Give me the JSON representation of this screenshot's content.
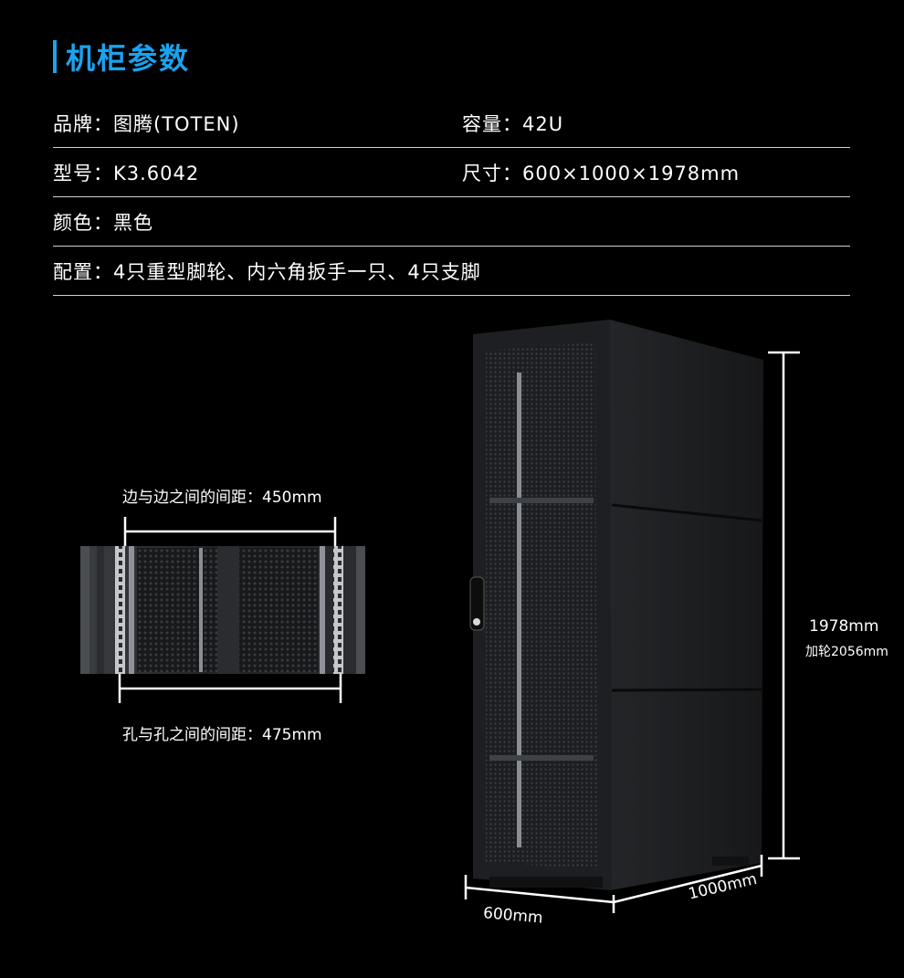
{
  "section": {
    "title": "机柜参数"
  },
  "specs": {
    "row1_left": "品牌：图腾(TOTEN)",
    "row1_right": "容量：42U",
    "row2_left": "型号：K3.6042",
    "row2_right": "尺寸：600×1000×1978mm",
    "row3_left": "颜色：黑色",
    "row4_left": "配置：4只重型脚轮、内六角扳手一只、4只支脚"
  },
  "dimensions": {
    "edge_distance": "边与边之间的间距：450mm",
    "hole_distance": "孔与孔之间的间距：475mm",
    "height": "1978mm",
    "height_with_wheels": "加轮2056mm",
    "width": "600mm",
    "depth": "1000mm"
  },
  "colors": {
    "accent": "#1aa3f0",
    "background": "#000000",
    "text": "#ffffff"
  },
  "icons": [
    "mounting-rail-illustration",
    "server-cabinet-illustration"
  ]
}
